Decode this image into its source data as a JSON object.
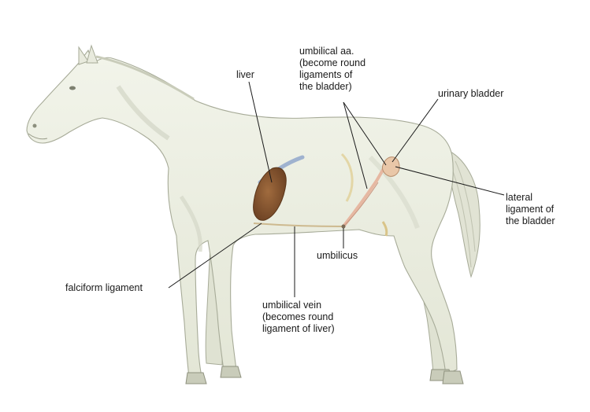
{
  "labels": {
    "liver": "liver",
    "umbilical_aa": "umbilical aa.\n(become round\nligaments of\nthe bladder)",
    "urinary_bladder": "urinary bladder",
    "lateral_ligament": "lateral\nligament of\nthe bladder",
    "umbilicus": "umbilicus",
    "falciform_ligament": "falciform ligament",
    "umbilical_vein": "umbilical vein\n(becomes round\nligament of liver)"
  },
  "colors": {
    "background": "#ffffff",
    "horse_body": "#ecefe3",
    "horse_outline": "#a7ab98",
    "horse_shade": "#cdd1c0",
    "liver": "#8a5a33",
    "vessel": "#e6b8a2",
    "bladder": "#e9c7a8",
    "leader_line": "#1a1a1a"
  },
  "icons": {
    "horse": "horse-illustration",
    "liver": "liver-organ",
    "bladder": "bladder-organ"
  }
}
